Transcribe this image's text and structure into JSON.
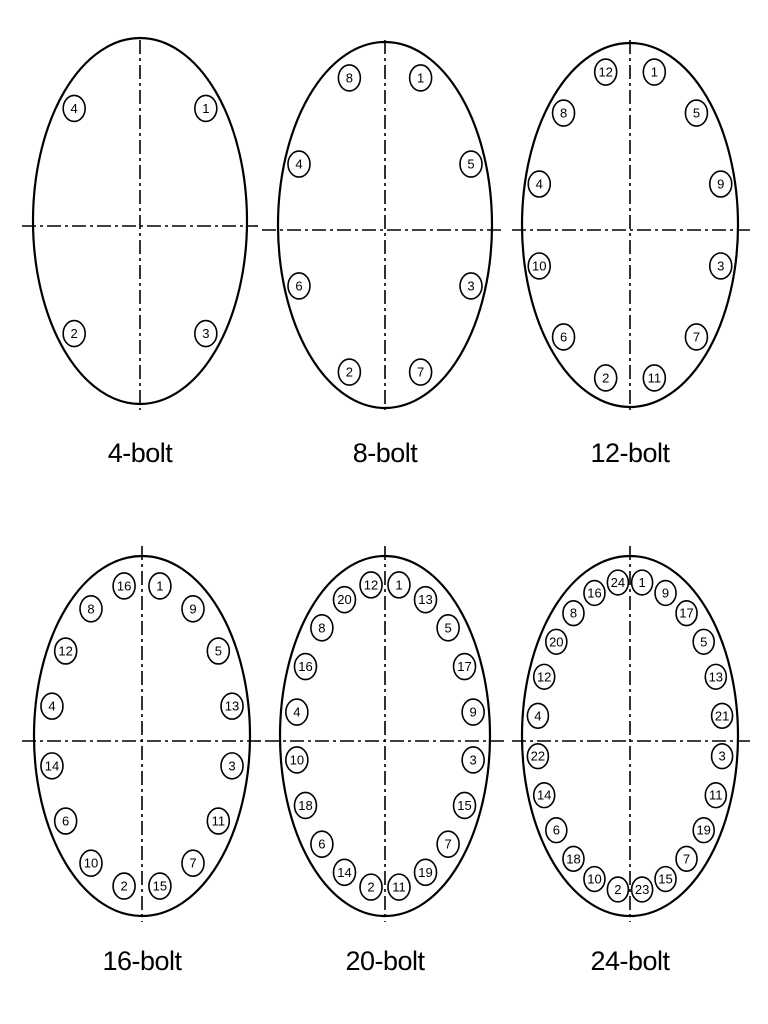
{
  "patterns": [
    {
      "label": "4-bolt",
      "sequence": [
        1,
        3,
        2,
        4
      ]
    },
    {
      "label": "8-bolt",
      "sequence": [
        1,
        5,
        3,
        7,
        2,
        6,
        4,
        8
      ]
    },
    {
      "label": "12-bolt",
      "sequence": [
        1,
        5,
        9,
        3,
        7,
        11,
        2,
        6,
        10,
        4,
        8,
        12
      ]
    },
    {
      "label": "16-bolt",
      "sequence": [
        1,
        9,
        5,
        13,
        3,
        11,
        7,
        15,
        2,
        10,
        6,
        14,
        4,
        12,
        8,
        16
      ]
    },
    {
      "label": "20-bolt",
      "sequence": [
        1,
        13,
        5,
        17,
        9,
        3,
        15,
        7,
        19,
        11,
        2,
        14,
        6,
        18,
        10,
        4,
        16,
        8,
        20,
        12
      ]
    },
    {
      "label": "24-bolt",
      "sequence": [
        1,
        9,
        17,
        5,
        13,
        21,
        3,
        11,
        19,
        7,
        15,
        23,
        2,
        10,
        18,
        6,
        14,
        22,
        4,
        12,
        20,
        8,
        16,
        24
      ]
    }
  ]
}
